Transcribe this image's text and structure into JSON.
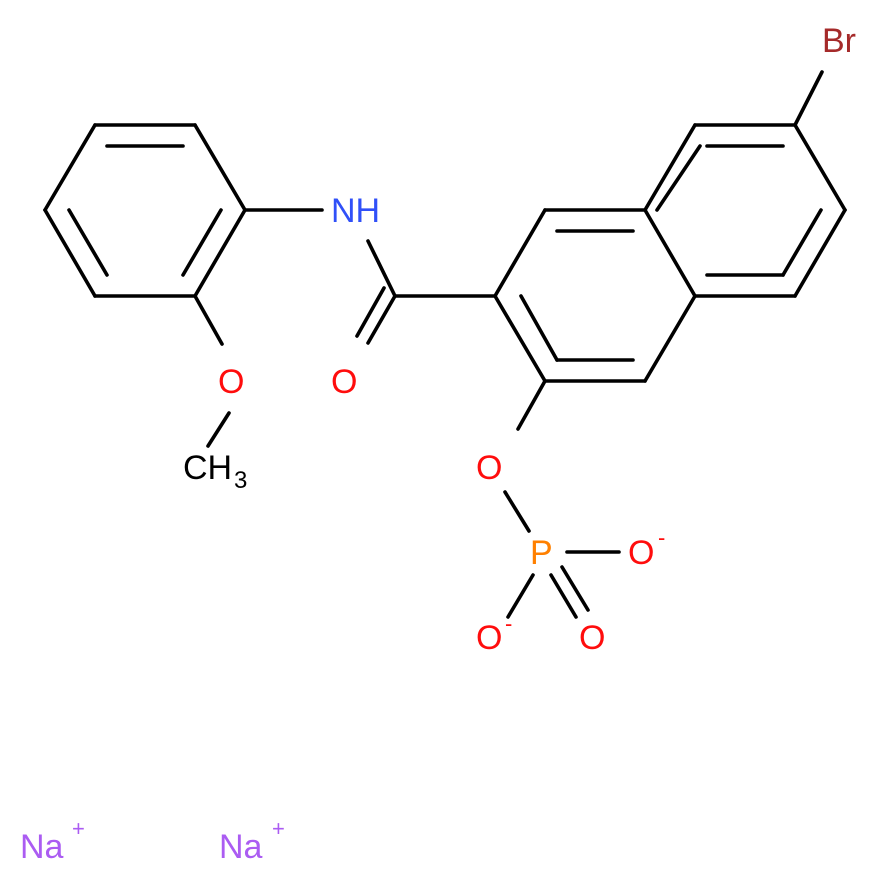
{
  "diagram": {
    "type": "chemical-structure",
    "colors": {
      "carbon_bond": "#000000",
      "bromine": "#a52a2a",
      "nitrogen": "#3050f8",
      "oxygen": "#ff0d0d",
      "phosphorus": "#ff8000",
      "sodium": "#ab5cf2",
      "methyl": "#000000"
    },
    "atoms": {
      "br": "Br",
      "nh": "NH",
      "o_carbonyl": "O",
      "o_methoxy": "O",
      "ch3_main": "CH",
      "ch3_sub": "3",
      "o_ester": "O",
      "p": "P",
      "o_p_right": "O",
      "o_p_right_charge": "-",
      "o_p_left": "O",
      "o_p_left_charge": "-",
      "o_p_double": "O"
    },
    "counterions": [
      {
        "symbol": "Na",
        "charge": "+"
      },
      {
        "symbol": "Na",
        "charge": "+"
      }
    ]
  }
}
